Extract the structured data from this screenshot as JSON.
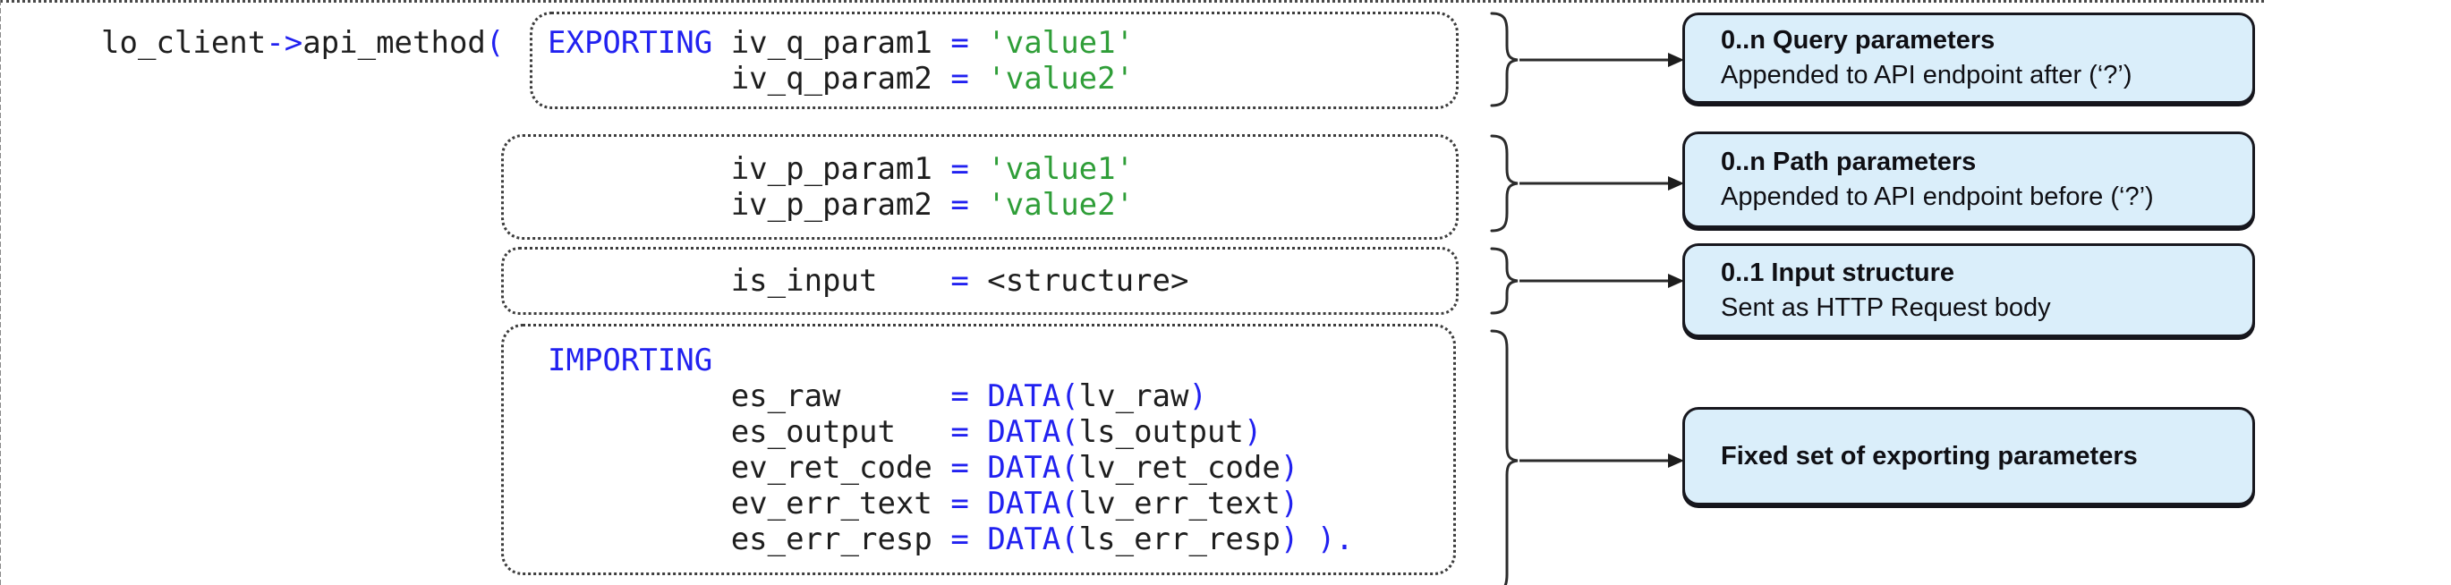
{
  "colors": {
    "keyword_blue": "#2121f0",
    "string_green": "#2f9e38",
    "code_black": "#1e1e1e",
    "card_fill": "#daeefa",
    "card_border": "#17171e",
    "dashed_box_border": "#3d3d3d",
    "connector": "#2b2b2b"
  },
  "code": {
    "method_call": [
      [
        "p",
        "lo_client"
      ],
      [
        "k",
        "->"
      ],
      [
        "p",
        "api_method"
      ],
      [
        "k",
        "("
      ]
    ],
    "boxes": [
      {
        "name": "query-parameters",
        "lines": [
          [
            [
              "k",
              "EXPORTING"
            ],
            [
              "p",
              " iv_q_param1 "
            ],
            [
              "k",
              "="
            ],
            [
              "p",
              " "
            ],
            [
              "s",
              "'value1'"
            ]
          ],
          [
            [
              "p",
              "          iv_q_param2 "
            ],
            [
              "k",
              "="
            ],
            [
              "p",
              " "
            ],
            [
              "s",
              "'value2'"
            ]
          ]
        ]
      },
      {
        "name": "path-parameters",
        "lines": [
          [
            [
              "p",
              "          iv_p_param1 "
            ],
            [
              "k",
              "="
            ],
            [
              "p",
              " "
            ],
            [
              "s",
              "'value1'"
            ]
          ],
          [
            [
              "p",
              "          iv_p_param2 "
            ],
            [
              "k",
              "="
            ],
            [
              "p",
              " "
            ],
            [
              "s",
              "'value2'"
            ]
          ]
        ]
      },
      {
        "name": "input-structure",
        "lines": [
          [
            [
              "p",
              "          is_input    "
            ],
            [
              "k",
              "="
            ],
            [
              "p",
              " <structure>"
            ]
          ]
        ]
      },
      {
        "name": "exporting-parameters",
        "lines": [
          [
            [
              "k",
              "IMPORTING"
            ]
          ],
          [
            [
              "p",
              "          es_raw      "
            ],
            [
              "k",
              "="
            ],
            [
              "p",
              " "
            ],
            [
              "k",
              "DATA("
            ],
            [
              "p",
              "lv_raw"
            ],
            [
              "k",
              ")"
            ]
          ],
          [
            [
              "p",
              "          es_output   "
            ],
            [
              "k",
              "="
            ],
            [
              "p",
              " "
            ],
            [
              "k",
              "DATA("
            ],
            [
              "p",
              "ls_output"
            ],
            [
              "k",
              ")"
            ]
          ],
          [
            [
              "p",
              "          ev_ret_code "
            ],
            [
              "k",
              "="
            ],
            [
              "p",
              " "
            ],
            [
              "k",
              "DATA("
            ],
            [
              "p",
              "lv_ret_code"
            ],
            [
              "k",
              ")"
            ]
          ],
          [
            [
              "p",
              "          ev_err_text "
            ],
            [
              "k",
              "="
            ],
            [
              "p",
              " "
            ],
            [
              "k",
              "DATA("
            ],
            [
              "p",
              "lv_err_text"
            ],
            [
              "k",
              ")"
            ]
          ],
          [
            [
              "p",
              "          es_err_resp "
            ],
            [
              "k",
              "="
            ],
            [
              "p",
              " "
            ],
            [
              "k",
              "DATA("
            ],
            [
              "p",
              "ls_err_resp"
            ],
            [
              "k",
              ")"
            ],
            [
              "p",
              " "
            ],
            [
              "k",
              ")."
            ]
          ]
        ]
      }
    ]
  },
  "annotations": [
    {
      "title": "0..n Query parameters",
      "subtitle": "Appended to API endpoint after (‘?’)"
    },
    {
      "title": "0..n Path parameters",
      "subtitle": "Appended to API endpoint before (‘?’)"
    },
    {
      "title": "0..1 Input structure",
      "subtitle": "Sent as HTTP Request body"
    },
    {
      "title": "Fixed set of exporting parameters",
      "subtitle": ""
    }
  ]
}
